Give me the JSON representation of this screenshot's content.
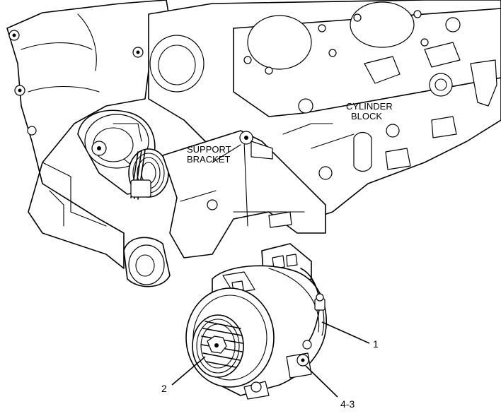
{
  "labels": {
    "cylinder_block_line1": "CYLINDER",
    "cylinder_block_line2": "BLOCK",
    "support_bracket_line1": "SUPPORT",
    "support_bracket_line2": "BRACKET"
  },
  "callouts": {
    "c1": "1",
    "c2": "2",
    "c3": "4-3"
  },
  "colors": {
    "line": "#000000",
    "background": "#ffffff"
  }
}
